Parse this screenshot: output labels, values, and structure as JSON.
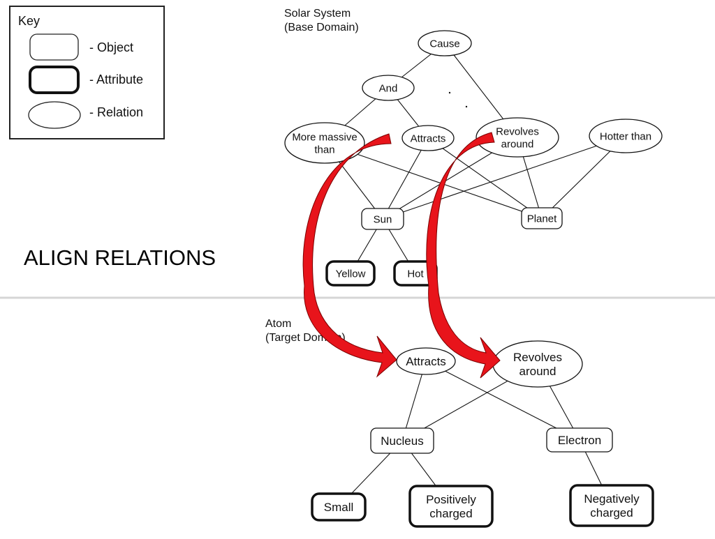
{
  "slide_title": "ALIGN RELATIONS",
  "key": {
    "title": "Key",
    "items": [
      {
        "shape": "object",
        "label": "- Object"
      },
      {
        "shape": "attribute",
        "label": "- Attribute"
      },
      {
        "shape": "relation",
        "label": "- Relation"
      }
    ]
  },
  "base_domain": {
    "label_lines": [
      "Solar System",
      "(Base Domain)"
    ],
    "nodes": [
      {
        "id": "cause",
        "kind": "relation",
        "lines": [
          "Cause"
        ]
      },
      {
        "id": "and",
        "kind": "relation",
        "lines": [
          "And"
        ]
      },
      {
        "id": "more_massive",
        "kind": "relation",
        "lines": [
          "More massive",
          "than"
        ]
      },
      {
        "id": "attracts",
        "kind": "relation",
        "lines": [
          "Attracts"
        ]
      },
      {
        "id": "revolves",
        "kind": "relation",
        "lines": [
          "Revolves",
          "around"
        ]
      },
      {
        "id": "hotter",
        "kind": "relation",
        "lines": [
          "Hotter than"
        ]
      },
      {
        "id": "sun",
        "kind": "object",
        "lines": [
          "Sun"
        ]
      },
      {
        "id": "planet",
        "kind": "object",
        "lines": [
          "Planet"
        ]
      },
      {
        "id": "yellow",
        "kind": "attribute",
        "lines": [
          "Yellow"
        ]
      },
      {
        "id": "hot",
        "kind": "attribute",
        "lines": [
          "Hot"
        ]
      }
    ],
    "edges": [
      [
        "cause",
        "and"
      ],
      [
        "cause",
        "revolves"
      ],
      [
        "and",
        "more_massive"
      ],
      [
        "and",
        "attracts"
      ],
      [
        "more_massive",
        "sun"
      ],
      [
        "more_massive",
        "planet"
      ],
      [
        "attracts",
        "sun"
      ],
      [
        "attracts",
        "planet"
      ],
      [
        "revolves",
        "sun"
      ],
      [
        "revolves",
        "planet"
      ],
      [
        "hotter",
        "sun"
      ],
      [
        "hotter",
        "planet"
      ],
      [
        "sun",
        "yellow"
      ],
      [
        "sun",
        "hot"
      ]
    ]
  },
  "target_domain": {
    "label_lines": [
      "Atom",
      "(Target Domain)"
    ],
    "nodes": [
      {
        "id": "t_attracts",
        "kind": "relation",
        "lines": [
          "Attracts"
        ]
      },
      {
        "id": "t_revolves",
        "kind": "relation",
        "lines": [
          "Revolves",
          "around"
        ]
      },
      {
        "id": "nucleus",
        "kind": "object",
        "lines": [
          "Nucleus"
        ]
      },
      {
        "id": "electron",
        "kind": "object",
        "lines": [
          "Electron"
        ]
      },
      {
        "id": "small",
        "kind": "attribute",
        "lines": [
          "Small"
        ]
      },
      {
        "id": "positive",
        "kind": "attribute",
        "lines": [
          "Positively",
          "charged"
        ]
      },
      {
        "id": "negative",
        "kind": "attribute",
        "lines": [
          "Negatively",
          "charged"
        ]
      }
    ],
    "edges": [
      [
        "t_attracts",
        "nucleus"
      ],
      [
        "t_attracts",
        "electron"
      ],
      [
        "t_revolves",
        "nucleus"
      ],
      [
        "t_revolves",
        "electron"
      ],
      [
        "nucleus",
        "small"
      ],
      [
        "nucleus",
        "positive"
      ],
      [
        "electron",
        "negative"
      ]
    ]
  },
  "alignments": [
    {
      "from": "attracts",
      "to": "t_attracts"
    },
    {
      "from": "revolves",
      "to": "t_revolves"
    }
  ],
  "colors": {
    "arrow_fill": "#e8141b",
    "arrow_stroke": "#7a0000",
    "divider": "#d6d6d6",
    "ink": "#111111"
  }
}
